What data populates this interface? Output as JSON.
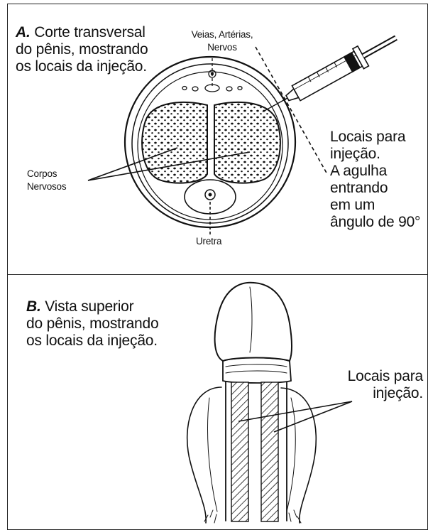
{
  "panel_a": {
    "letter": "A.",
    "title_lines": [
      "Corte transversal",
      "do pênis, mostrando",
      "os locais da injeção."
    ],
    "label_vessels": [
      "Veias, Artérias,",
      "Nervos"
    ],
    "label_bodies": [
      "Corpos",
      "Nervosos"
    ],
    "label_urethra": "Uretra",
    "label_sites": [
      "Locais para",
      "injeção.",
      "A agulha",
      "entrando",
      "em um",
      "ângulo de 90°"
    ]
  },
  "panel_b": {
    "letter": "B.",
    "title_lines": [
      "Vista superior",
      "do pênis, mostrando",
      "os locais da injeção."
    ],
    "label_sites": [
      "Locais para",
      "injeção."
    ]
  }
}
